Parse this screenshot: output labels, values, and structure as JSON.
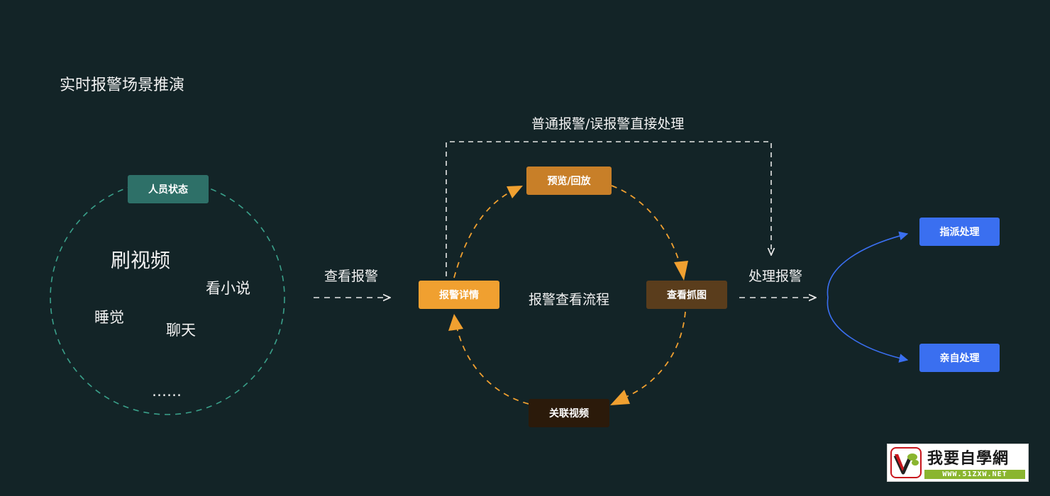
{
  "title": "实时报警场景推演",
  "left_group": {
    "status_node": "人员状态",
    "words": [
      "刷视频",
      "看小说",
      "睡觉",
      "聊天",
      "……"
    ]
  },
  "edges": {
    "view_alarm": "查看报警",
    "handle_alarm": "处理报警",
    "direct_handle": "普通报警/误报警直接处理"
  },
  "flow": {
    "center_label": "报警查看流程",
    "nodes": {
      "alarm_detail": "报警详情",
      "preview_playback": "预览/回放",
      "view_snapshot": "查看抓图",
      "linked_video": "关联视频"
    }
  },
  "outcomes": {
    "dispatch": "指派处理",
    "self": "亲自处理"
  },
  "watermark": {
    "name": "我要自學網",
    "url": "WWW.51ZXW.NET"
  },
  "colors": {
    "background": "#132427",
    "teal": "#3aa08a",
    "teal_node": "#2e7068",
    "orange": "#f0a030",
    "orange_dark": "#c87f28",
    "brown": "#5a3d1c",
    "dark_brown": "#2b1a0a",
    "blue": "#3a6ff0"
  }
}
